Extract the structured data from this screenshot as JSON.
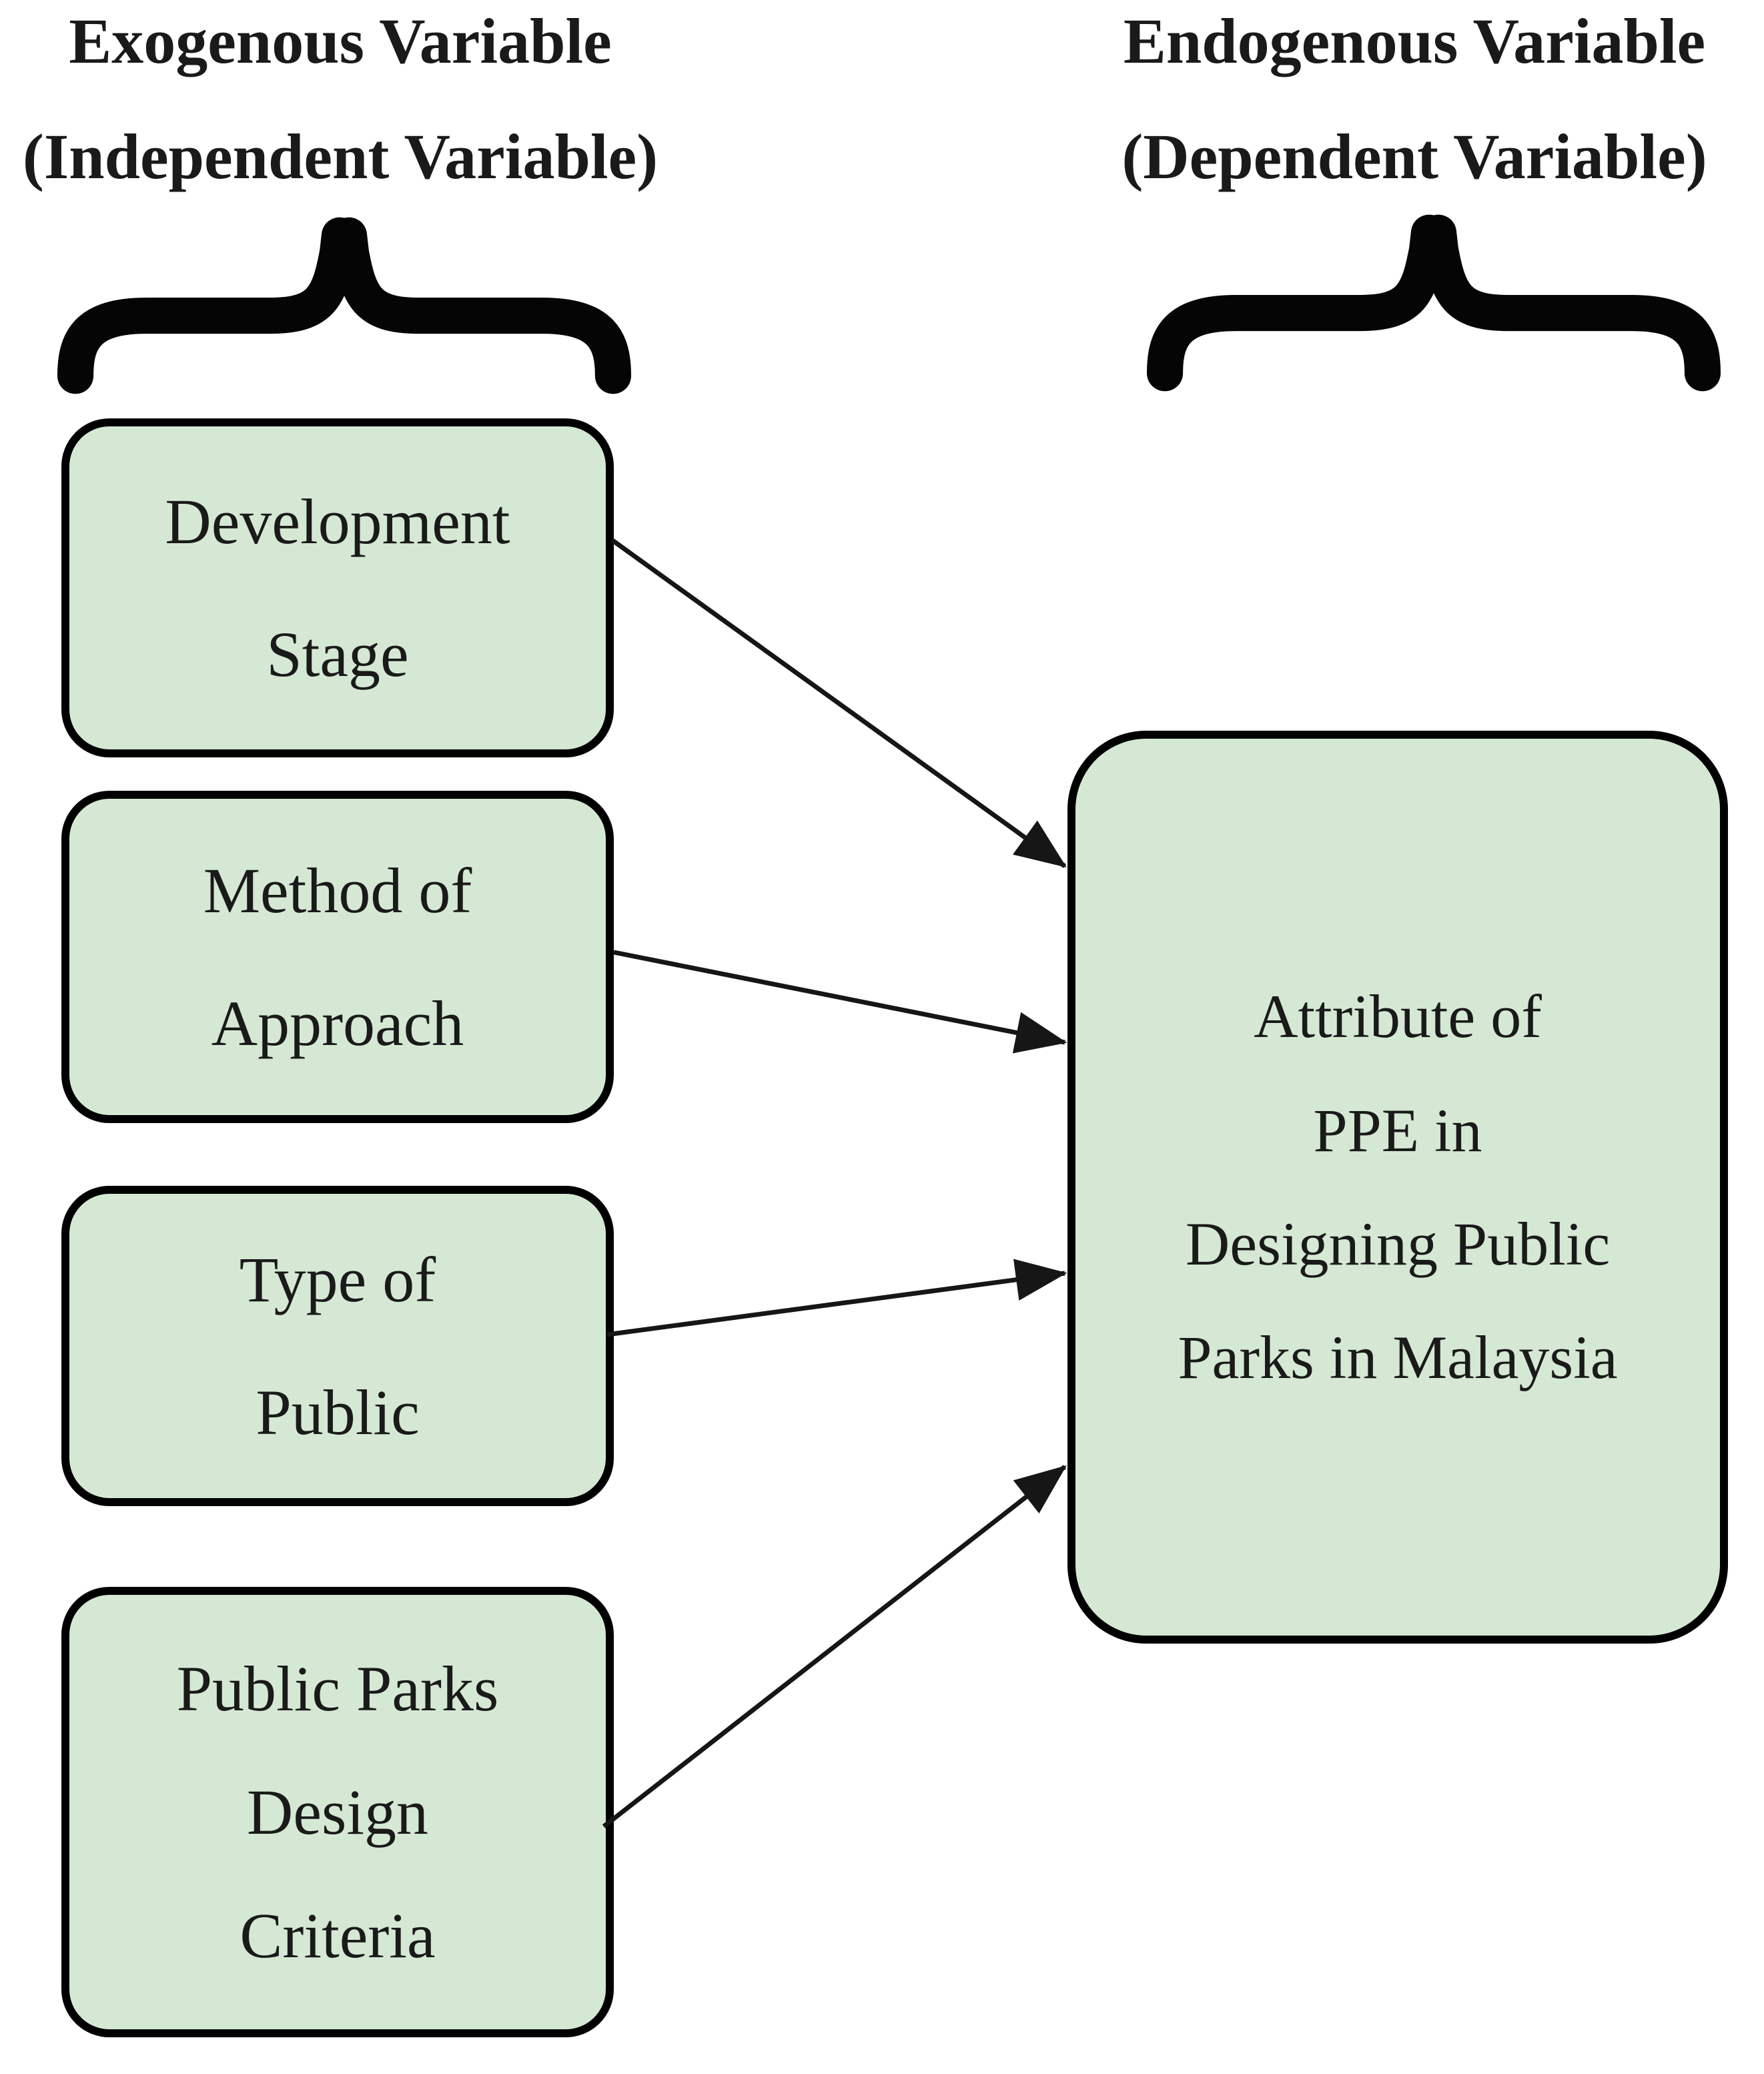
{
  "diagram": {
    "left_header": {
      "line1": "Exogenous Variable",
      "line2": "(Independent Variable)"
    },
    "right_header": {
      "line1": "Endogenous Variable",
      "line2": "(Dependent Variable)"
    },
    "exogenous_boxes": [
      {
        "id": "development-stage",
        "lines": [
          "Development",
          "Stage"
        ]
      },
      {
        "id": "method-of-approach",
        "lines": [
          "Method of",
          "Approach"
        ]
      },
      {
        "id": "type-of-public",
        "lines": [
          "Type of",
          "Public"
        ]
      },
      {
        "id": "public-parks-design-criteria",
        "lines": [
          "Public Parks",
          "Design",
          "Criteria"
        ]
      }
    ],
    "endogenous_box": {
      "id": "attribute-of-ppe",
      "lines": [
        "Attribute of",
        "PPE in",
        "Designing Public",
        "Parks in Malaysia"
      ]
    },
    "connections": [
      {
        "from": "development-stage",
        "to": "attribute-of-ppe"
      },
      {
        "from": "method-of-approach",
        "to": "attribute-of-ppe"
      },
      {
        "from": "type-of-public",
        "to": "attribute-of-ppe"
      },
      {
        "from": "public-parks-design-criteria",
        "to": "attribute-of-ppe"
      }
    ],
    "colors": {
      "box_fill": "#d5e8d4",
      "box_border": "#000000",
      "arrow": "#161616",
      "text": "#1a1a1a",
      "background": "#ffffff"
    }
  }
}
